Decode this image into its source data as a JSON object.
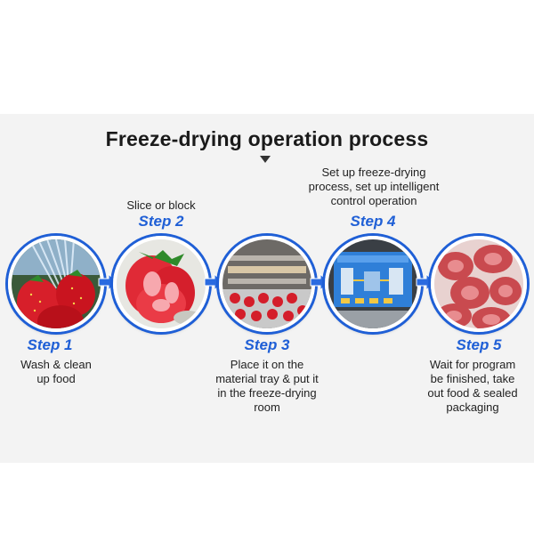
{
  "title": "Freeze-drying operation process",
  "steps": [
    {
      "label": "Step 1",
      "desc": [
        "Wash & clean",
        "up food"
      ],
      "image": "strawberries-washing"
    },
    {
      "label": "Step 2",
      "desc": [
        "Slice or block"
      ],
      "image": "strawberry-slices"
    },
    {
      "label": "Step 3",
      "desc": [
        "Place it on the",
        "material tray & put it",
        "in the freeze-drying",
        "room"
      ],
      "image": "trays-in-chamber"
    },
    {
      "label": "Step 4",
      "desc": [
        "Set up freeze-drying",
        "process, set up intelligent",
        "control operation"
      ],
      "image": "control-panel-screen"
    },
    {
      "label": "Step 5",
      "desc": [
        "Wait for program",
        "be finished, take",
        "out food & sealed",
        "packaging"
      ],
      "image": "freeze-dried-slices"
    }
  ],
  "colors": {
    "accent": "#1f5fd6",
    "band": "#f3f3f3",
    "arrow": "#2a6be0"
  }
}
